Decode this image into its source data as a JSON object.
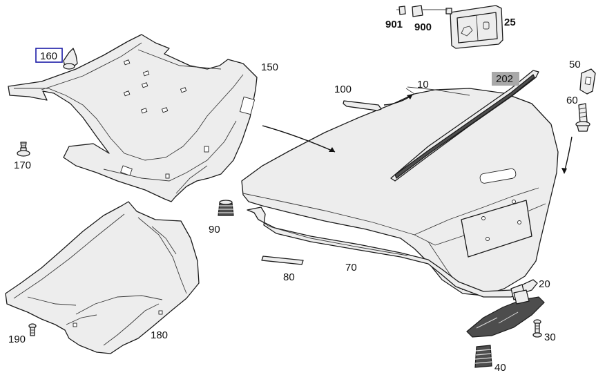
{
  "diagram": {
    "callouts": {
      "c10": "10",
      "c20": "20",
      "c25": "25",
      "c30": "30",
      "c40": "40",
      "c50": "50",
      "c60": "60",
      "c70": "70",
      "c80": "80",
      "c90": "90",
      "c100": "100",
      "c150": "150",
      "c160": "160",
      "c170": "170",
      "c180": "180",
      "c190": "190",
      "c202": "202",
      "c900": "900",
      "c901": "901"
    },
    "highlighted_callout": "160",
    "tagged_callout": "202",
    "colors": {
      "highlight_box": "#1b1ba6",
      "tag_background": "#a9a9a9",
      "line": "#1a1a1a",
      "part_fill": "#ededed"
    }
  }
}
